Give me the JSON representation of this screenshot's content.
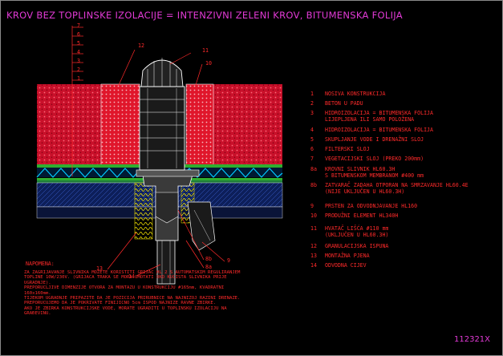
{
  "title": "KROV BEZ TOPLINSKE IZOLACIJE = INTENZIVNI ZELENI KROV, BITUMENSKA FOLIJA",
  "layer_numbers": [
    "7",
    "6",
    "5",
    "4",
    "3",
    "2",
    "1"
  ],
  "callouts": {
    "c12": "12",
    "c11": "11",
    "c10": "10",
    "c13": "13",
    "c14": "14",
    "c8b": "8b",
    "c8a": "8a",
    "c9": "9"
  },
  "legend": [
    {
      "num": "1",
      "lines": [
        "NOSIVA KONSTRUKCIJA"
      ]
    },
    {
      "num": "2",
      "lines": [
        "BETON U PADU"
      ]
    },
    {
      "num": "3",
      "lines": [
        "HIDROIZOLACIJA = BITUMENSKA FOLIJA",
        "LIJEPLJENA ILI SAMO POLOŽENA"
      ]
    },
    {
      "num": "4",
      "lines": [
        "HIDROIZOLACIJA = BITUMENSKA FOLIJA"
      ]
    },
    {
      "num": "5",
      "lines": [
        "SKUPLJANJE VODE I DRENAŽNI SLOJ"
      ]
    },
    {
      "num": "6",
      "lines": [
        "FILTERSKI SLOJ"
      ]
    },
    {
      "num": "7",
      "lines": [
        "VEGETACIJSKI SLOJ (PREKO 200mm)"
      ]
    },
    {
      "num": "8a",
      "lines": [
        "KROVNI SLIVNIK HL60.3H",
        "S BITUMENSKOM MEMBRANOM #400 mm"
      ]
    },
    {
      "num": "8b",
      "lines": [
        "ZATVARAČ ZADAHA OTPORAN NA SMRZAVANJE HL60.4E",
        "(NIJE UKLJUČEN U HL60.3H)"
      ]
    },
    {
      "num": "9",
      "lines": [
        "PRSTEN ZA ODVODNJAVANJE HL160"
      ]
    },
    {
      "num": "10",
      "lines": [
        "PRODUŽNI ELEMENT HL340H"
      ]
    },
    {
      "num": "11",
      "lines": [
        "HVATAČ LIŠĆA #110 mm",
        "(UKLJUČEN U HL60.3H)"
      ]
    },
    {
      "num": "12",
      "lines": [
        "GRANULACIJSKA ISPUNA"
      ]
    },
    {
      "num": "13",
      "lines": [
        "MONTAŽNA PJENA"
      ]
    },
    {
      "num": "14",
      "lines": [
        "ODVODNA CIJEV"
      ]
    }
  ],
  "notes_heading": "NAPOMENA:",
  "notes": [
    "ZA ZAGRIJAVANJE SLIVNIKA MOŽETE KORISTITI GRIJAČ HL 2 S AUTOMATSKIM REGULIRANJEM",
    "TOPLINE 10W/230V. (GRIJAĆA TRAKA SE MORA UMOTATI OKO KUĆIŠTA SLIVNIKA PRIJE",
    "UGRADNJE).",
    "PREPORUČLJIVE DIMENZIJE OTVORA ZA MONTAŽU U KONSTRUKCIJU #165mm, KVADRATNI",
    "160x160mm.",
    "TIJEKOM UGRADNJE PRIPAZITE DA JE POZICIJA PRIRUBNICE NA NAJNIŽOJ RAZINI DRENAŽE.",
    "PREPORUČUJEMO DA JE POKRIVATE FINIJIČNO 5cm ISPOD NAJNIŽE RAVNE ZBIRKE.",
    "AKO JE ZBIRKA KONSTRUKCIJSKE VODE, MORATE UGRADITI U TOPLINSKU IZOLACIJU NA",
    "GRAĐEVINU."
  ],
  "drawing_code": "112321X",
  "colors": {
    "title": "#e23ad6",
    "text": "#ff2a2a",
    "soil": "#e0162b",
    "drain": "#00c8ff",
    "filter": "#2fae2f",
    "slab": "#1e3f9e",
    "foam": "#ffee00",
    "outline": "#ffffff"
  }
}
